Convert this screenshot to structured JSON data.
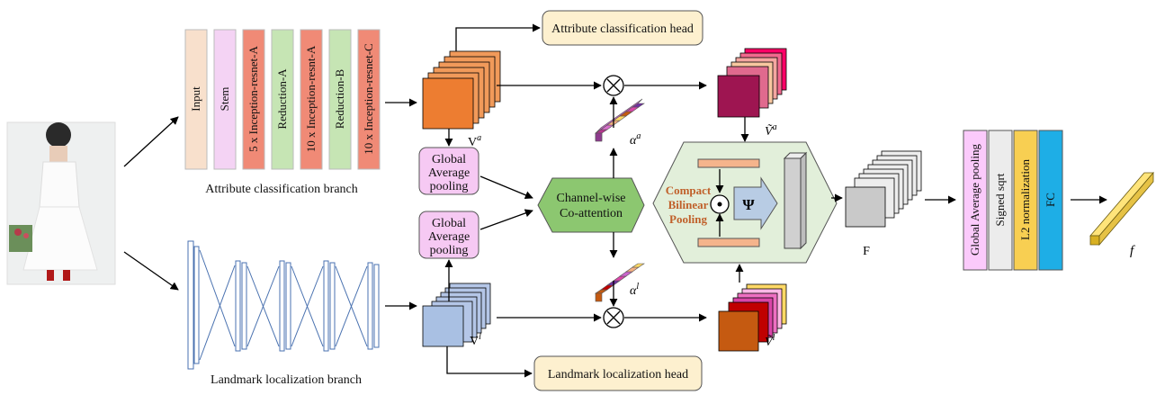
{
  "colors": {
    "input": "#f8e0cc",
    "stem": "#f4d3f4",
    "inception": "#f08a76",
    "reduction": "#c6e5b4",
    "head_box": "#fdf0cf",
    "pool_box": "#f6c9f3",
    "coattn": "#8cc770",
    "hexagon": "#e2efda",
    "bar_salmon": "#f5b48c",
    "fc": "#1eaee6",
    "norm": "#f8cf52",
    "sqrt": "#ececec",
    "gap": "#fbcafb"
  },
  "backbone_a": {
    "blocks": [
      "Input",
      "Stem",
      "5 x Inception-resnet-A",
      "Reduction-A",
      "10 x Inception-resnt-A",
      "Reduction-B",
      "10 x Inception-resnet-C"
    ],
    "caption": "Attribute classification branch"
  },
  "backbone_l": {
    "caption": "Landmark localization branch"
  },
  "heads": {
    "attribute": "Attribute classification head",
    "landmark": "Landmark localization head"
  },
  "pool_top": [
    "Global",
    "Average",
    "pooling"
  ],
  "pool_bottom": [
    "Global",
    "Average",
    "pooling"
  ],
  "coattn": [
    "Channel-wise",
    "Co-attention"
  ],
  "cbp": [
    "Compact",
    "Bilinear",
    "Pooling"
  ],
  "symbols": {
    "psi": "Ψ",
    "odot": "⊙",
    "otimes": "⊗",
    "Va": "V",
    "Va_sup": "a",
    "Vl": "V",
    "Vl_sup": "l",
    "alpha_a": "α",
    "alpha_a_sup": "a",
    "alpha_l": "α",
    "alpha_l_sup": "l",
    "Vta": "Ṽ",
    "Vta_sup": "a",
    "Vtl": "Ṽ",
    "Vtl_sup": "l",
    "F": "F",
    "f": "f"
  },
  "final_blocks": [
    "Global Average pooling",
    "Signed sqrt",
    "L2 normalization",
    "FC"
  ]
}
